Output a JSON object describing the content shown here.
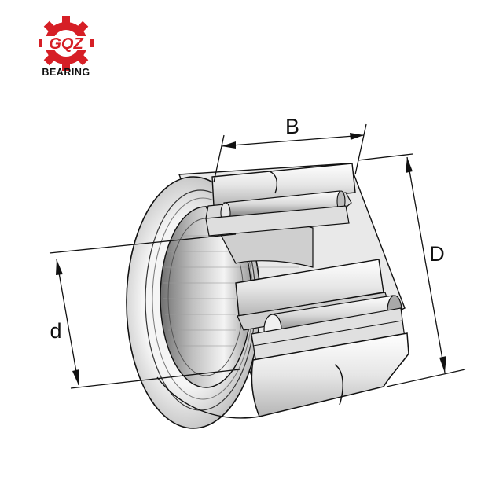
{
  "logo": {
    "mark_text": "GQZ",
    "word": "BEARING",
    "colors": {
      "gear": "#d61f26",
      "text": "#111111"
    }
  },
  "dimensions": {
    "width_label": "B",
    "outer_label": "D",
    "bore_label": "d"
  },
  "colors": {
    "line": "#111111",
    "steel_light": "#f2f2f2",
    "steel_mid": "#c8c8c8",
    "steel_dark": "#8a8a8a"
  }
}
